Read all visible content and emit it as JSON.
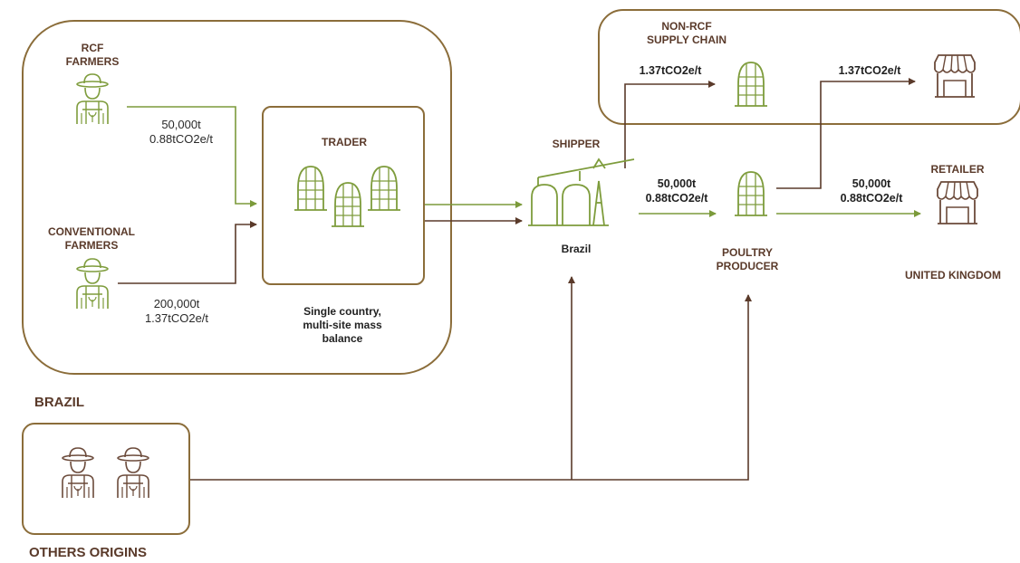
{
  "labels": {
    "rcf_farmers": "RCF\nFARMERS",
    "conventional_farmers": "CONVENTIONAL\nFARMERS",
    "trader": "TRADER",
    "trader_note": "Single country,\nmulti-site mass\nbalance",
    "shipper": "SHIPPER",
    "shipper_location": "Brazil",
    "non_rcf": "NON-RCF\nSUPPLY CHAIN",
    "poultry": "POULTRY\nPRODUCER",
    "retailer": "RETAILER",
    "united_kingdom": "UNITED KINGDOM",
    "brazil": "BRAZIL",
    "others_origins": "OTHERS ORIGINS"
  },
  "flows": {
    "rcf_to_trader": "50,000t\n0.88tCO2e/t",
    "conv_to_trader": "200,000t\n1.37tCO2e/t",
    "shipper_to_poultry": "50,000t\n0.88tCO2e/t",
    "poultry_to_retailer": "50,000t\n0.88tCO2e/t",
    "shipper_to_nonrcf": "1.37tCO2e/t",
    "poultry_to_nonrcf_retail": "1.37tCO2e/t"
  },
  "colors": {
    "border": "#8b6d3a",
    "green": "#7b9a3a",
    "brown": "#5a3a2a",
    "icon_green": "#7e9c3c",
    "icon_brown": "#6b4a3a"
  },
  "icons": [
    "farmer-icon",
    "silo-icon",
    "ship-crane-icon",
    "shop-icon"
  ]
}
